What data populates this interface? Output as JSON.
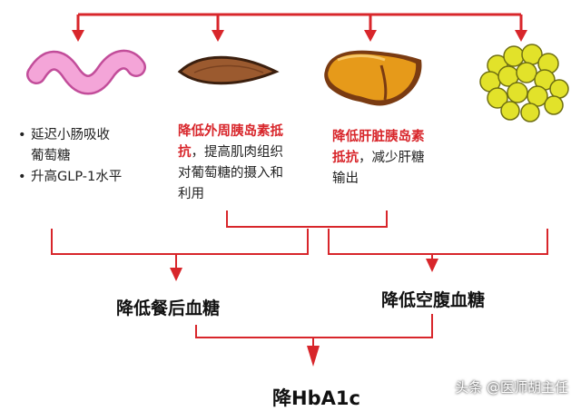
{
  "colors": {
    "connector": "#d8262b",
    "highlight": "#d8262b",
    "text": "#222222"
  },
  "icons": {
    "intestine": "intestine-icon",
    "muscle": "muscle-icon",
    "liver": "liver-icon",
    "fat": "fat-cells-icon"
  },
  "intestine_effects": [
    "延迟小肠吸收葡萄糖",
    "升高GLP-1水平"
  ],
  "bullet": "•",
  "intestine_line1": "延迟小肠吸收",
  "intestine_line2": "葡萄糖",
  "muscle": {
    "highlight_line1": "降低外周胰岛素抵",
    "highlight_line2_red": "抗",
    "line2_rest": "，提高肌肉组织",
    "line3": "对葡萄糖的摄入和",
    "line4": "利用"
  },
  "liver": {
    "highlight_line1": "降低肝脏胰岛素",
    "highlight_line2_red": "抵抗",
    "line2_rest": "，减少肝糖",
    "line3": "输出"
  },
  "outcomes": {
    "postprandial": "降低餐后血糖",
    "fasting": "降低空腹血糖"
  },
  "final": "降HbA1c",
  "watermark": "头条 @医师胡主任"
}
